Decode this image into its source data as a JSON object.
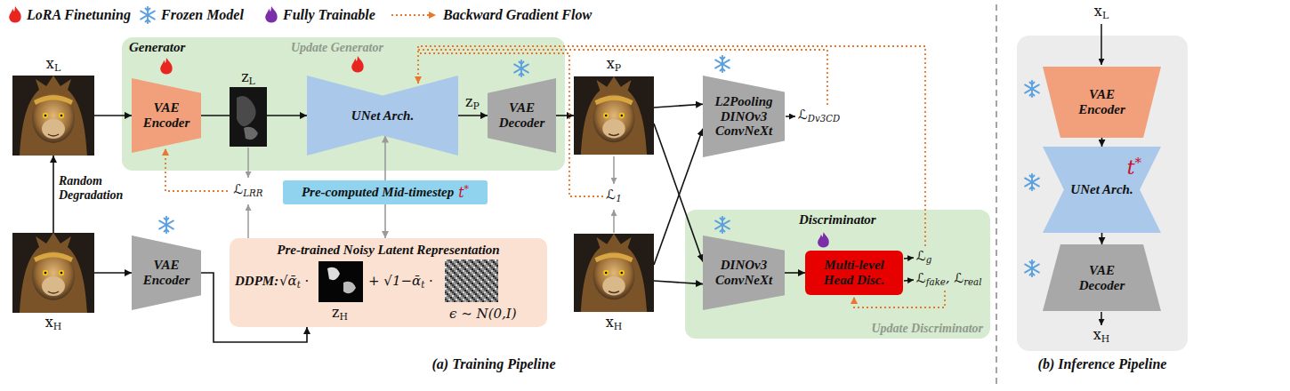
{
  "diagram": {
    "nodes": [
      {
        "text": [
          "xL"
        ]
      },
      {
        "text": [
          "Generator",
          "Update Generator"
        ]
      },
      {
        "text": [
          "VAE Encoder"
        ],
        "in": 1
      },
      {
        "text": [
          "UNet Arch."
        ],
        "in": 1
      },
      {
        "text": [
          "VAE Decoder"
        ],
        "in": 1
      },
      {
        "text": [
          "xP"
        ]
      },
      {
        "text": [
          "L2Pooling DINOv3 ConvNeXt"
        ]
      },
      {
        "text": [
          "Pre-computed Mid-timestep",
          "t*"
        ]
      },
      {
        "text": [
          "xH"
        ]
      },
      {
        "text": [
          "VAE Encoder"
        ]
      },
      {
        "text": [
          "Pre-trained Noisy Latent Representation",
          "DDPM:",
          "√ᾱt ·",
          "+ √1−ᾱt ·",
          "ϵ ∼ N(0,I)"
        ]
      },
      {
        "text": [
          "xH"
        ]
      },
      {
        "text": [
          "Discriminator",
          "Update Discriminator"
        ]
      },
      {
        "text": [
          "DINOv3 ConvNeXt"
        ],
        "in": 12
      },
      {
        "text": [
          "Multi-level Head Disc."
        ],
        "in": 12
      },
      {
        "text": [
          "(b) Inference Pipeline"
        ]
      },
      {
        "text": [
          "VAE Encoder"
        ],
        "in": 15
      },
      {
        "text": [
          "UNet Arch.",
          "t*"
        ],
        "in": 15
      },
      {
        "text": [
          "VAE Decoder"
        ],
        "in": 15
      }
    ],
    "edges": [
      {
        "from": 8,
        "to": 0,
        "arrow": "to",
        "label": "Random Degradation"
      },
      {
        "from": 0,
        "to": 2,
        "arrow": "to"
      },
      {
        "from": 2,
        "to": 3,
        "arrow": "to"
      },
      {
        "from": 3,
        "to": 4,
        "arrow": "to"
      },
      {
        "from": 4,
        "to": 5,
        "arrow": "to"
      },
      {
        "from": 5,
        "to": 6,
        "arrow": "to"
      },
      {
        "from": 5,
        "to": 13,
        "arrow": "to"
      },
      {
        "from": 11,
        "to": 6,
        "arrow": "to"
      },
      {
        "from": 11,
        "to": 13,
        "arrow": "to"
      },
      {
        "from": 13,
        "to": 14,
        "arrow": "to"
      },
      {
        "from": 8,
        "to": 9,
        "arrow": "to"
      },
      {
        "from": 9,
        "to": 10,
        "arrow": "to"
      },
      {
        "from": 7,
        "to": 3,
        "arrow": "to"
      },
      {
        "from": 7,
        "to": 10,
        "arrow": "to"
      },
      {
        "from": 16,
        "to": 17,
        "arrow": "to"
      },
      {
        "from": 17,
        "to": 18,
        "arrow": "to"
      }
    ],
    "labels": [
      "zL",
      "zP",
      "ℒLRR",
      "ℒ1",
      "ℒDv3CD",
      "ℒg",
      "ℒfake, ℒreal",
      "zH",
      "xL",
      "xH",
      "(a) Training Pipeline"
    ],
    "legend": [
      {
        "text": "LoRA Finetuning"
      },
      {
        "text": "Frozen Model"
      },
      {
        "text": "Fully Trainable"
      },
      {
        "text": "Backward Gradient Flow"
      }
    ]
  }
}
